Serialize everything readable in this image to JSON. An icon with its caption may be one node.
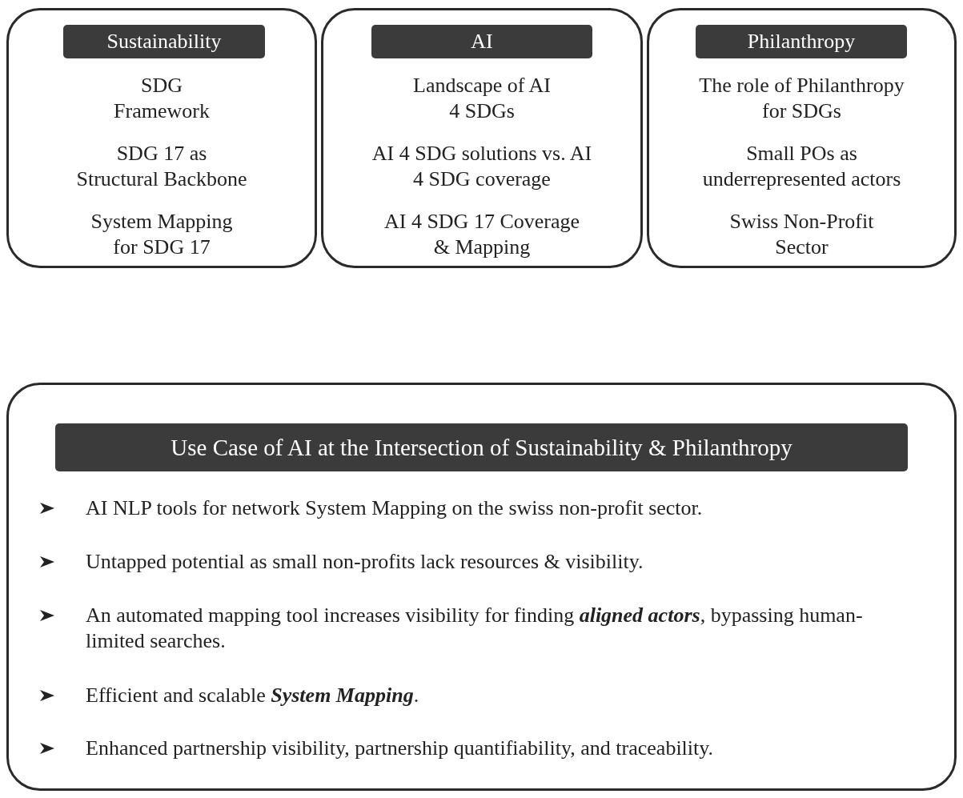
{
  "diagram": {
    "nodes": [
      {
        "text": [
          "SDG Framework",
          "SDG 17 as Structural Backbone",
          "System Mapping for SDG 17"
        ]
      },
      {
        "text": [
          "Sustainability"
        ],
        "in": 0
      },
      {
        "text": [
          "Landscape of AI 4 SDGs",
          "AI 4 SDG solutions vs. AI 4 SDG coverage",
          "AI 4 SDG 17 Coverage & Mapping"
        ]
      },
      {
        "text": [
          "AI"
        ],
        "in": 2
      },
      {
        "text": [
          "The role of Philanthropy for SDGs",
          "Small POs as underrepresented actors",
          "Swiss Non-Profit Sector"
        ]
      },
      {
        "text": [
          "Philanthropy"
        ],
        "in": 4
      },
      {
        "text": [
          "AI NLP tools for network System Mapping on the swiss non-profit sector.",
          "Untapped potential as small non-profits lack resources & visibility.",
          "An automated mapping tool increases visibility for finding **aligned actors**, bypassing human-limited searches.",
          "Efficient and scalable **System Mapping**.",
          "Enhanced partnership visibility, partnership quantifiability, and traceability."
        ]
      },
      {
        "text": [
          "Use Case of AI at the Intersection of Sustainability & Philanthropy"
        ],
        "in": 6
      }
    ]
  }
}
